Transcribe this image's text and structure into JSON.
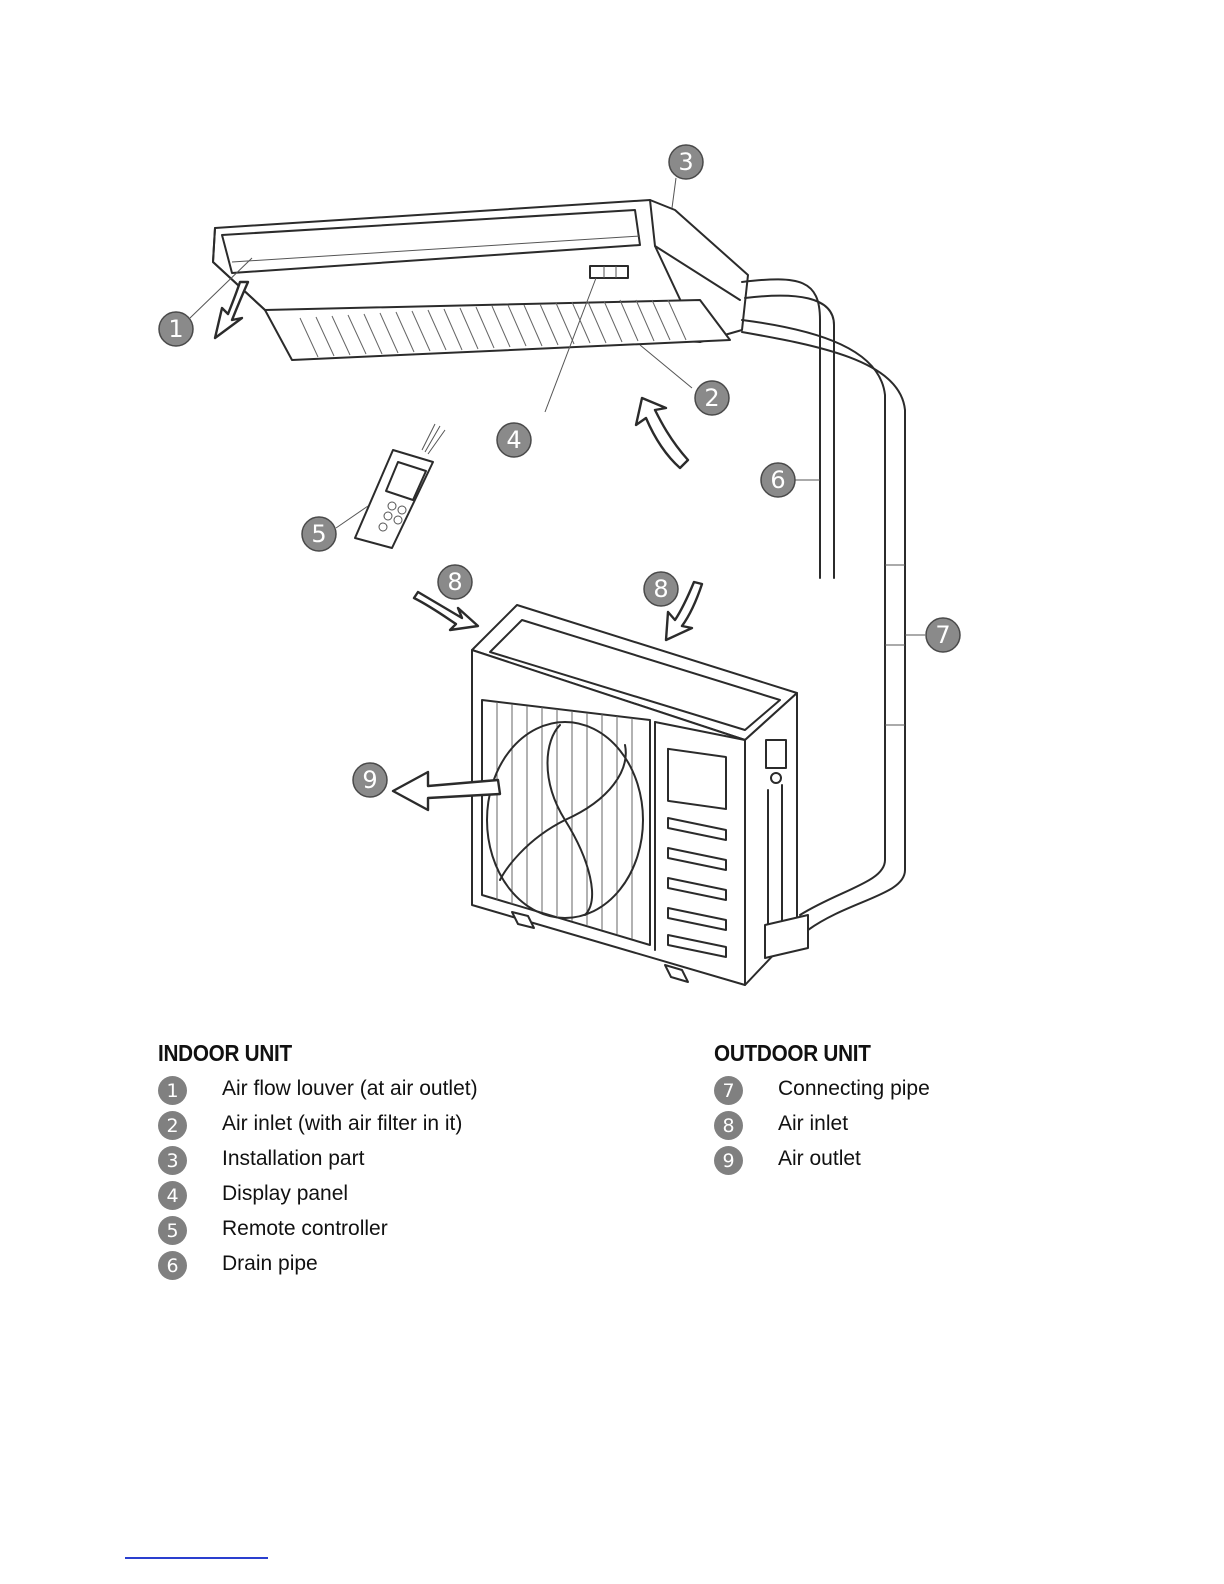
{
  "legend": {
    "indoor": {
      "heading": "INDOOR UNIT",
      "items": [
        {
          "num": "1",
          "label": "Air flow louver (at air outlet)"
        },
        {
          "num": "2",
          "label": "Air inlet (with air filter in it)"
        },
        {
          "num": "3",
          "label": "Installation part"
        },
        {
          "num": "4",
          "label": "Display panel"
        },
        {
          "num": "5",
          "label": "Remote controller"
        },
        {
          "num": "6",
          "label": "Drain pipe"
        }
      ]
    },
    "outdoor": {
      "heading": "OUTDOOR UNIT",
      "items": [
        {
          "num": "7",
          "label": "Connecting pipe"
        },
        {
          "num": "8",
          "label": "Air inlet"
        },
        {
          "num": "9",
          "label": "Air outlet"
        }
      ]
    }
  },
  "callouts": [
    "1",
    "2",
    "3",
    "4",
    "5",
    "6",
    "7",
    "8",
    "8",
    "9"
  ],
  "colors": {
    "badge": "#808080",
    "line": "#2b2b2b",
    "footer_rule": "#2a3fcf"
  }
}
